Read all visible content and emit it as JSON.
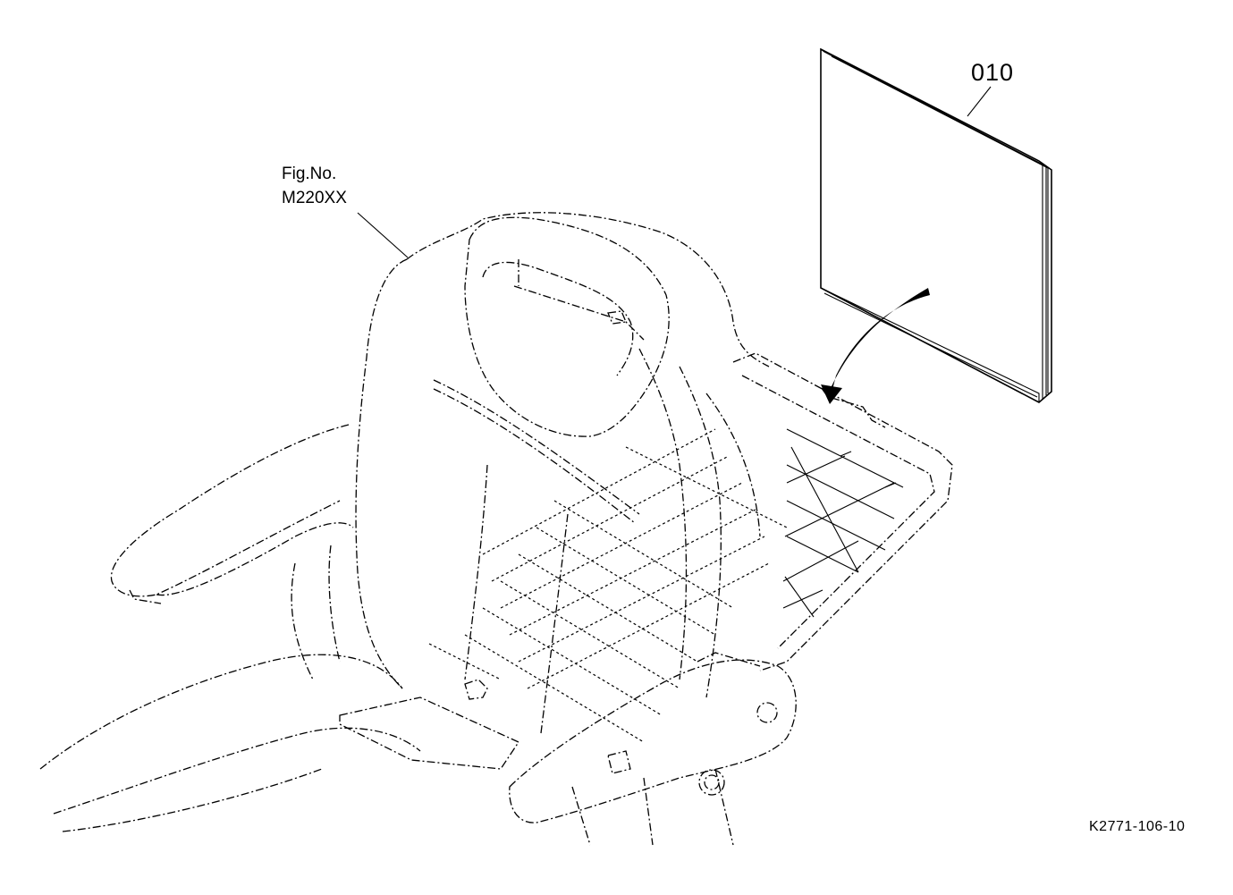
{
  "labels": {
    "fig_no_line1": "Fig.No.",
    "fig_no_line2": "M220XX",
    "part_number": "010",
    "drawing_code": "K2771-106-10"
  },
  "colors": {
    "ink": "#000000",
    "paper": "#ffffff"
  }
}
